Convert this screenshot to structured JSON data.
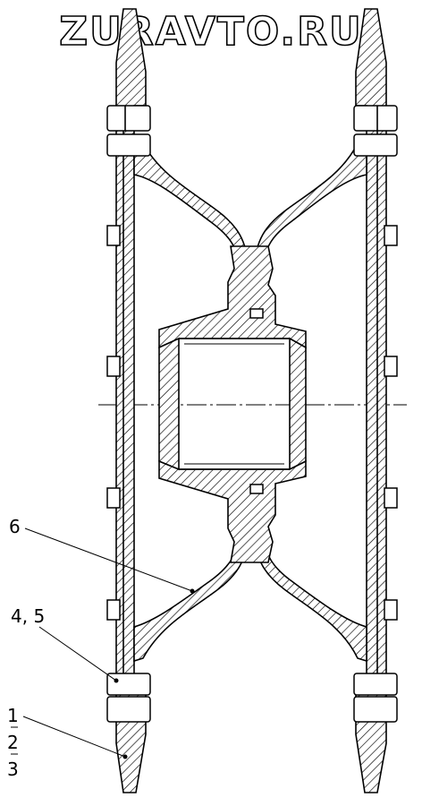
{
  "watermark": "ZURAVTO.RU",
  "labels": {
    "six": "6",
    "four_five": "4, 5",
    "one": "1",
    "two": "2",
    "three": "3"
  }
}
